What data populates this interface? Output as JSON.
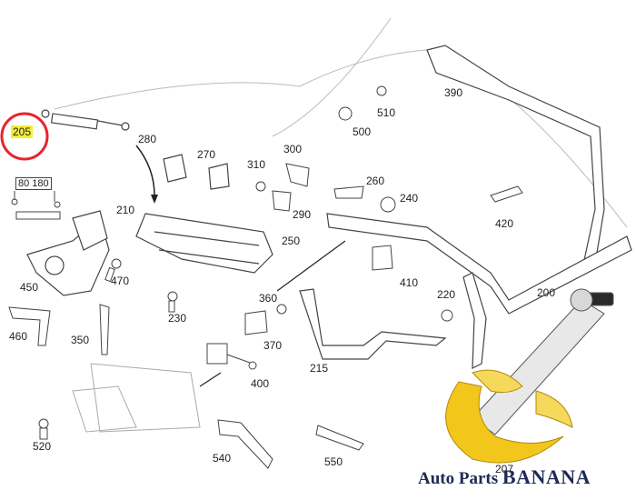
{
  "diagram": {
    "highlighted_part": "205",
    "parts": [
      "205",
      "80 180",
      "280",
      "270",
      "300",
      "310",
      "290",
      "260",
      "240",
      "210",
      "250",
      "470",
      "450",
      "230",
      "360",
      "460",
      "350",
      "370",
      "400",
      "410",
      "220",
      "420",
      "390",
      "510",
      "500",
      "200",
      "215",
      "520",
      "540",
      "550",
      "207"
    ]
  },
  "brand": {
    "text_small": "Auto Parts",
    "text_big": "BANANA"
  },
  "colors": {
    "highlight_circle": "#e8232b",
    "highlight_fill": "#f2ee3a",
    "line": "#555555",
    "logo_banana": "#f3c61b",
    "logo_text": "#1e2a55"
  }
}
